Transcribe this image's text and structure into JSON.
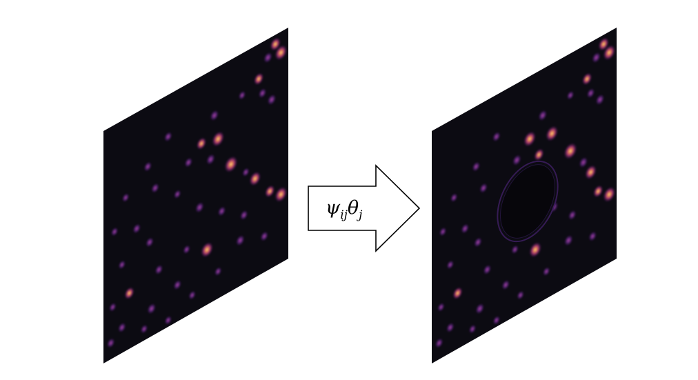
{
  "arrow": {
    "label_main": "ψ",
    "sub1": "ij",
    "label_theta": "θ",
    "sub2": "j"
  },
  "colors": {
    "panel_bg": "#0c0b12",
    "blob_core": "#fcd86b",
    "blob_mid": "#e6507a",
    "blob_outer": "#7a2c9c",
    "arrow_fill": "#ffffff",
    "arrow_stroke": "#000000"
  },
  "panels": {
    "left": {
      "blobs": [
        [
          0.93,
          0.04,
          0.7
        ],
        [
          0.96,
          0.09,
          0.9
        ],
        [
          0.89,
          0.08,
          0.5
        ],
        [
          0.84,
          0.15,
          0.6
        ],
        [
          0.86,
          0.22,
          0.4
        ],
        [
          0.91,
          0.27,
          0.5
        ],
        [
          0.75,
          0.18,
          0.3
        ],
        [
          0.6,
          0.2,
          0.5
        ],
        [
          0.35,
          0.18,
          0.4
        ],
        [
          0.24,
          0.26,
          0.4
        ],
        [
          0.12,
          0.34,
          0.3
        ],
        [
          0.53,
          0.29,
          0.6
        ],
        [
          0.62,
          0.31,
          0.9
        ],
        [
          0.58,
          0.38,
          0.5
        ],
        [
          0.46,
          0.34,
          0.4
        ],
        [
          0.28,
          0.37,
          0.4
        ],
        [
          0.69,
          0.45,
          1.0
        ],
        [
          0.77,
          0.52,
          0.3
        ],
        [
          0.4,
          0.45,
          0.3
        ],
        [
          0.18,
          0.5,
          0.4
        ],
        [
          0.06,
          0.46,
          0.3
        ],
        [
          0.82,
          0.57,
          0.8
        ],
        [
          0.52,
          0.56,
          0.5
        ],
        [
          0.25,
          0.59,
          0.4
        ],
        [
          0.1,
          0.62,
          0.3
        ],
        [
          0.64,
          0.63,
          0.4
        ],
        [
          0.9,
          0.66,
          0.6
        ],
        [
          0.96,
          0.7,
          0.9
        ],
        [
          0.76,
          0.7,
          0.4
        ],
        [
          0.45,
          0.71,
          0.3
        ],
        [
          0.3,
          0.73,
          0.4
        ],
        [
          0.14,
          0.76,
          0.6
        ],
        [
          0.05,
          0.78,
          0.3
        ],
        [
          0.56,
          0.76,
          0.9
        ],
        [
          0.74,
          0.8,
          0.5
        ],
        [
          0.87,
          0.84,
          0.4
        ],
        [
          0.4,
          0.84,
          0.4
        ],
        [
          0.26,
          0.88,
          0.5
        ],
        [
          0.1,
          0.89,
          0.4
        ],
        [
          0.62,
          0.88,
          0.3
        ],
        [
          0.48,
          0.92,
          0.3
        ],
        [
          0.22,
          0.95,
          0.3
        ],
        [
          0.04,
          0.93,
          0.4
        ],
        [
          0.35,
          0.97,
          0.3
        ]
      ]
    },
    "right": {
      "blobs": [
        [
          0.93,
          0.04,
          0.7
        ],
        [
          0.96,
          0.09,
          0.9
        ],
        [
          0.89,
          0.08,
          0.5
        ],
        [
          0.84,
          0.15,
          0.6
        ],
        [
          0.86,
          0.22,
          0.4
        ],
        [
          0.91,
          0.27,
          0.5
        ],
        [
          0.75,
          0.18,
          0.3
        ],
        [
          0.6,
          0.2,
          0.5
        ],
        [
          0.35,
          0.18,
          0.4
        ],
        [
          0.24,
          0.26,
          0.4
        ],
        [
          0.12,
          0.34,
          0.3
        ],
        [
          0.53,
          0.27,
          0.9
        ],
        [
          0.65,
          0.3,
          0.9
        ],
        [
          0.58,
          0.36,
          0.6
        ],
        [
          0.46,
          0.33,
          0.5
        ],
        [
          0.28,
          0.37,
          0.4
        ],
        [
          0.75,
          0.42,
          1.0
        ],
        [
          0.82,
          0.5,
          0.5
        ],
        [
          0.18,
          0.5,
          0.4
        ],
        [
          0.06,
          0.46,
          0.3
        ],
        [
          0.86,
          0.56,
          0.8
        ],
        [
          0.25,
          0.59,
          0.4
        ],
        [
          0.1,
          0.62,
          0.3
        ],
        [
          0.66,
          0.62,
          0.5
        ],
        [
          0.9,
          0.66,
          0.6
        ],
        [
          0.96,
          0.7,
          0.9
        ],
        [
          0.76,
          0.7,
          0.4
        ],
        [
          0.45,
          0.71,
          0.3
        ],
        [
          0.3,
          0.73,
          0.4
        ],
        [
          0.14,
          0.76,
          0.6
        ],
        [
          0.05,
          0.78,
          0.3
        ],
        [
          0.56,
          0.76,
          0.9
        ],
        [
          0.74,
          0.8,
          0.5
        ],
        [
          0.87,
          0.84,
          0.4
        ],
        [
          0.4,
          0.84,
          0.4
        ],
        [
          0.26,
          0.88,
          0.5
        ],
        [
          0.1,
          0.89,
          0.4
        ],
        [
          0.62,
          0.88,
          0.3
        ],
        [
          0.48,
          0.92,
          0.3
        ],
        [
          0.22,
          0.95,
          0.3
        ],
        [
          0.04,
          0.93,
          0.4
        ],
        [
          0.35,
          0.97,
          0.3
        ]
      ]
    }
  }
}
